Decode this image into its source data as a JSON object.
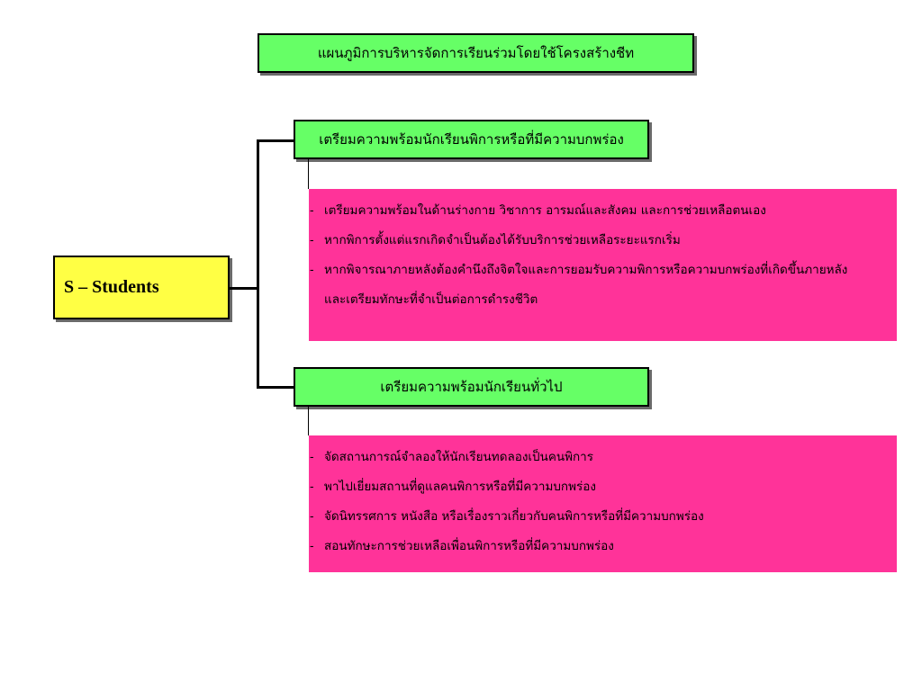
{
  "title": "แผนภูมิการบริหารจัดการเรียนร่วมโดยใช้โครงสร้างชีท",
  "root": {
    "label": "S – Students"
  },
  "branches": [
    {
      "label": "เตรียมความพร้อมนักเรียนพิการหรือที่มีความบกพร่อง",
      "items": [
        "เตรียมความพร้อมในด้านร่างกาย วิชาการ อารมณ์และสังคม และการช่วยเหลือตนเอง",
        "หากพิการตั้งแต่แรกเกิดจำเป็นต้องได้รับบริการช่วยเหลือระยะแรกเริ่ม",
        "หากพิจารณาภายหลังต้องคำนึงถึงจิตใจและการยอมรับความพิการหรือความบกพร่องที่เกิดขึ้นภายหลัง",
        "และเตรียมทักษะที่จำเป็นต่อการดำรงชีวิต"
      ]
    },
    {
      "label": "เตรียมความพร้อมนักเรียนทั่วไป",
      "items": [
        "จัดสถานการณ์จำลองให้นักเรียนทดลองเป็นคนพิการ",
        "พาไปเยี่ยมสถานที่ดูแลคนพิการหรือที่มีความบกพร่อง",
        "จัดนิทรรศการ หนังสือ หรือเรื่องราวเกี่ยวกับคนพิการหรือที่มีความบกพร่อง",
        "สอนทักษะการช่วยเหลือเพื่อนพิการหรือที่มีความบกพร่อง"
      ]
    }
  ],
  "colors": {
    "title_fill": "#66ff66",
    "root_fill": "#ffff44",
    "branch_fill": "#66ff66",
    "detail_fill": "#ff3399",
    "connector": "#000000"
  }
}
